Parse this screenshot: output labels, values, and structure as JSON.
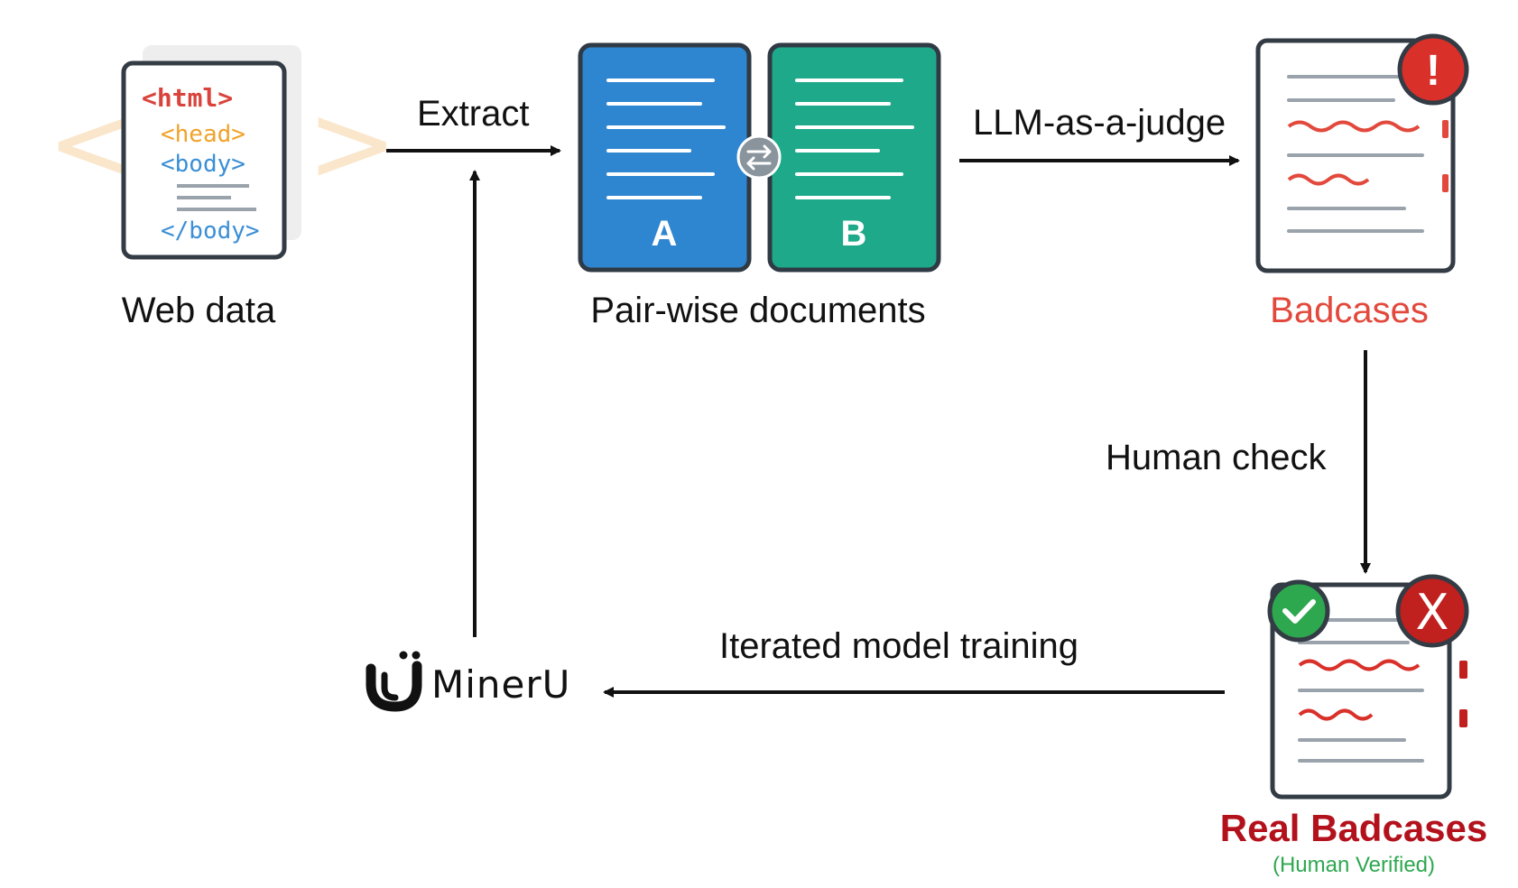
{
  "nodes": {
    "web_data": {
      "label": "Web data",
      "code_lines": [
        "<html>",
        "<head>",
        "<body>",
        "</body>"
      ]
    },
    "pair_docs": {
      "label": "Pair-wise documents",
      "doc_a": "A",
      "doc_b": "B"
    },
    "badcases": {
      "label": "Badcases"
    },
    "real_badcases": {
      "label": "Real Badcases",
      "sublabel": "(Human Verified)"
    },
    "mineru": {
      "label": "MinerU"
    }
  },
  "edges": {
    "extract": "Extract",
    "judge": "LLM-as-a-judge",
    "human": "Human check",
    "training": "Iterated model training"
  },
  "icons": {
    "alert": "!",
    "reject": "X"
  },
  "colors": {
    "code_html": "#d9433b",
    "code_head": "#f0a32a",
    "code_body": "#3a8fd6",
    "doc_a": "#2e86d0",
    "doc_b": "#1eaa8a",
    "badcases": "#e2493c",
    "real_badcases": "#b3121c",
    "verified": "#2ea84f",
    "alert": "#d9302a"
  }
}
